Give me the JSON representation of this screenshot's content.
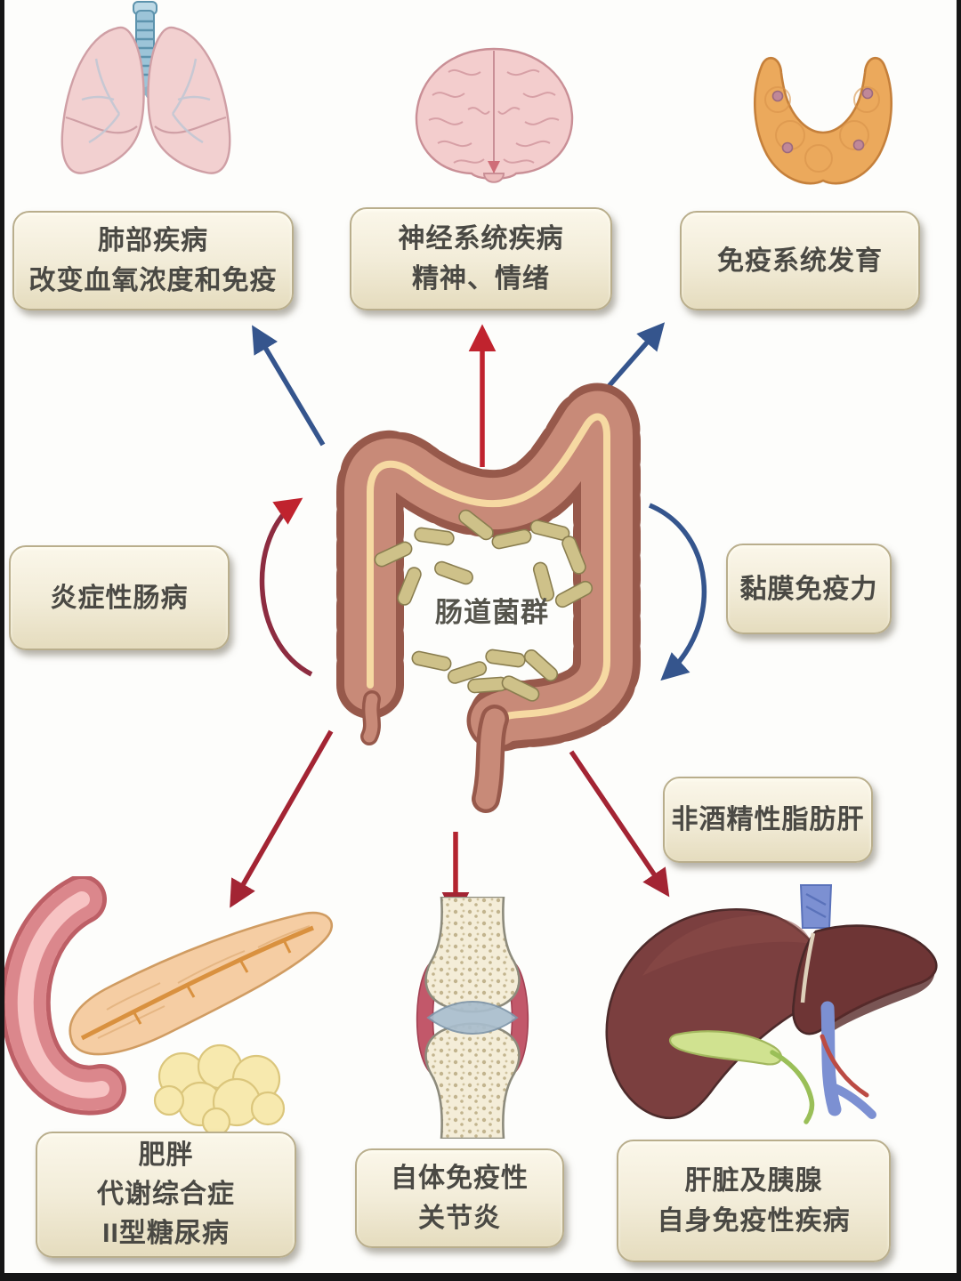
{
  "page": {
    "background": "#fdfdfb"
  },
  "center_label": "肠道菌群",
  "boxes": {
    "lungs": {
      "lines": [
        "肺部疾病",
        "改变血氧浓度和免疫"
      ]
    },
    "brain": {
      "lines": [
        "神经系统疾病",
        "精神、情绪"
      ]
    },
    "thyroid": {
      "lines": [
        "免疫系统发育"
      ]
    },
    "ibd": {
      "lines": [
        "炎症性肠病"
      ]
    },
    "mucosa": {
      "lines": [
        "黏膜免疫力"
      ]
    },
    "nafld": {
      "lines": [
        "非酒精性脂肪肝"
      ]
    },
    "metabolic": {
      "lines": [
        "肥胖",
        "代谢综合症",
        "II型糖尿病"
      ]
    },
    "arthritis": {
      "lines": [
        "自体免疫性",
        "关节炎"
      ]
    },
    "liver": {
      "lines": [
        "肝脏及胰腺",
        "自身免疫性疾病"
      ]
    }
  },
  "icons": {
    "top_left": "lungs-icon",
    "top_center": "brain-icon",
    "top_right": "thyroid-icon",
    "center": "intestine-with-bacteria-icon",
    "bottom_left": "pancreas-duodenum-icon",
    "bottom_center": "joint-icon",
    "bottom_right": "liver-gallbladder-icon"
  },
  "colors": {
    "arrow_blue": "#35558d",
    "arrow_red": "#c0232e",
    "arrow_dark_red": "#a32433",
    "arrow_maroon": "#8d2c40",
    "box_fill": "#f2ecd8",
    "box_border": "#b9ae8c",
    "text": "#4a4944"
  }
}
